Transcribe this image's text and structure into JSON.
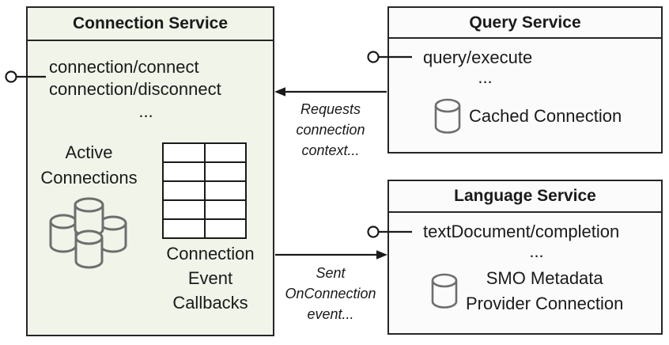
{
  "diagram_title": "Service architecture diagram",
  "colors": {
    "connection_service_fill": "#f0f4e9",
    "service_fill": "#fafbfa",
    "border": "#262626",
    "cylinder_stroke": "#6e6e6e",
    "text": "#1a1a1a"
  },
  "connection_service": {
    "title": "Connection Service",
    "methods": [
      "connection/connect",
      "connection/disconnect"
    ],
    "ellipsis": "...",
    "active_connections": {
      "lines": [
        "Active",
        "Connections"
      ]
    },
    "callback_table": {
      "rows": 5,
      "cols": 2
    },
    "callbacks_label": {
      "lines": [
        "Connection",
        "Event",
        "Callbacks"
      ]
    }
  },
  "query_service": {
    "title": "Query Service",
    "methods": [
      "query/execute"
    ],
    "ellipsis": "...",
    "cached_connection_label": "Cached Connection"
  },
  "language_service": {
    "title": "Language Service",
    "methods": [
      "textDocument/completion"
    ],
    "ellipsis": "...",
    "smo_label": {
      "lines": [
        "SMO Metadata",
        "Provider Connection"
      ]
    }
  },
  "edges": {
    "requests": {
      "lines": [
        "Requests",
        "connection",
        "context..."
      ]
    },
    "sent": {
      "lines": [
        "Sent",
        "OnConnection",
        "event..."
      ]
    }
  }
}
